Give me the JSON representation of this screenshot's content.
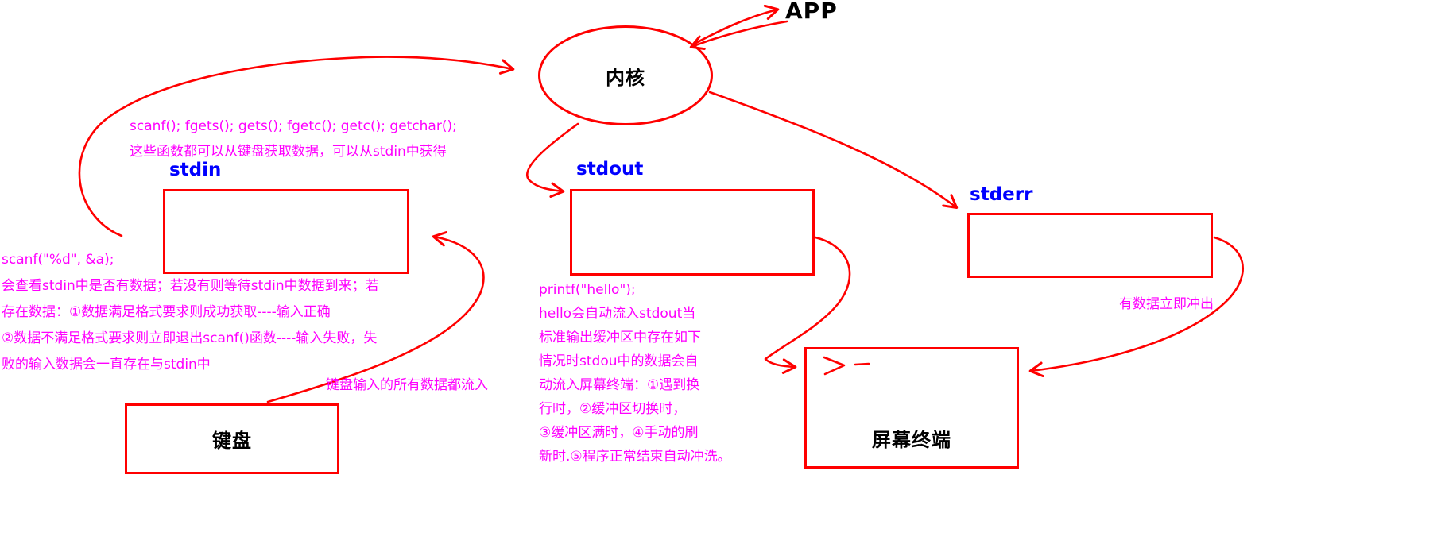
{
  "colors": {
    "red": "#ff0000",
    "magenta": "#ff00ff",
    "blue": "#0000ff",
    "black": "#000000"
  },
  "app": {
    "label": "APP"
  },
  "kernel": {
    "label": "内核"
  },
  "streams": {
    "stdin": {
      "label": "stdin"
    },
    "stdout": {
      "label": "stdout"
    },
    "stderr": {
      "label": "stderr"
    }
  },
  "devices": {
    "keyboard": {
      "label": "键盘"
    },
    "terminal": {
      "label": "屏幕终端",
      "prompt_icon": "shell-prompt-icon"
    }
  },
  "notes": {
    "stdin_functions": {
      "lines": [
        "scanf(); fgets(); gets(); fgetc(); getc(); getchar();",
        "这些函数都可以从键盘获取数据，可以从stdin中获得"
      ]
    },
    "scanf_behavior": {
      "lines": [
        "scanf(\"%d\", &a);",
        "会查看stdin中是否有数据；若没有则等待stdin中数据到来；若",
        "存在数据：①数据满足格式要求则成功获取----输入正确",
        "②数据不满足格式要求则立即退出scanf()函数----输入失败，失",
        "败的输入数据会一直存在与stdin中"
      ]
    },
    "keyboard_flow": {
      "text": "键盘输入的所有数据都流入"
    },
    "stdout_behavior": {
      "lines": [
        "printf(\"hello\");",
        "hello会自动流入stdout当",
        "标准输出缓冲区中存在如下",
        "情况时stdou中的数据会自",
        "动流入屏幕终端：①遇到换",
        "行时，②缓冲区切换时，",
        "③缓冲区满时，④手动的刷",
        "新时.⑤程序正常结束自动冲洗。"
      ]
    },
    "stderr_flow": {
      "text": "有数据立即冲出"
    }
  }
}
